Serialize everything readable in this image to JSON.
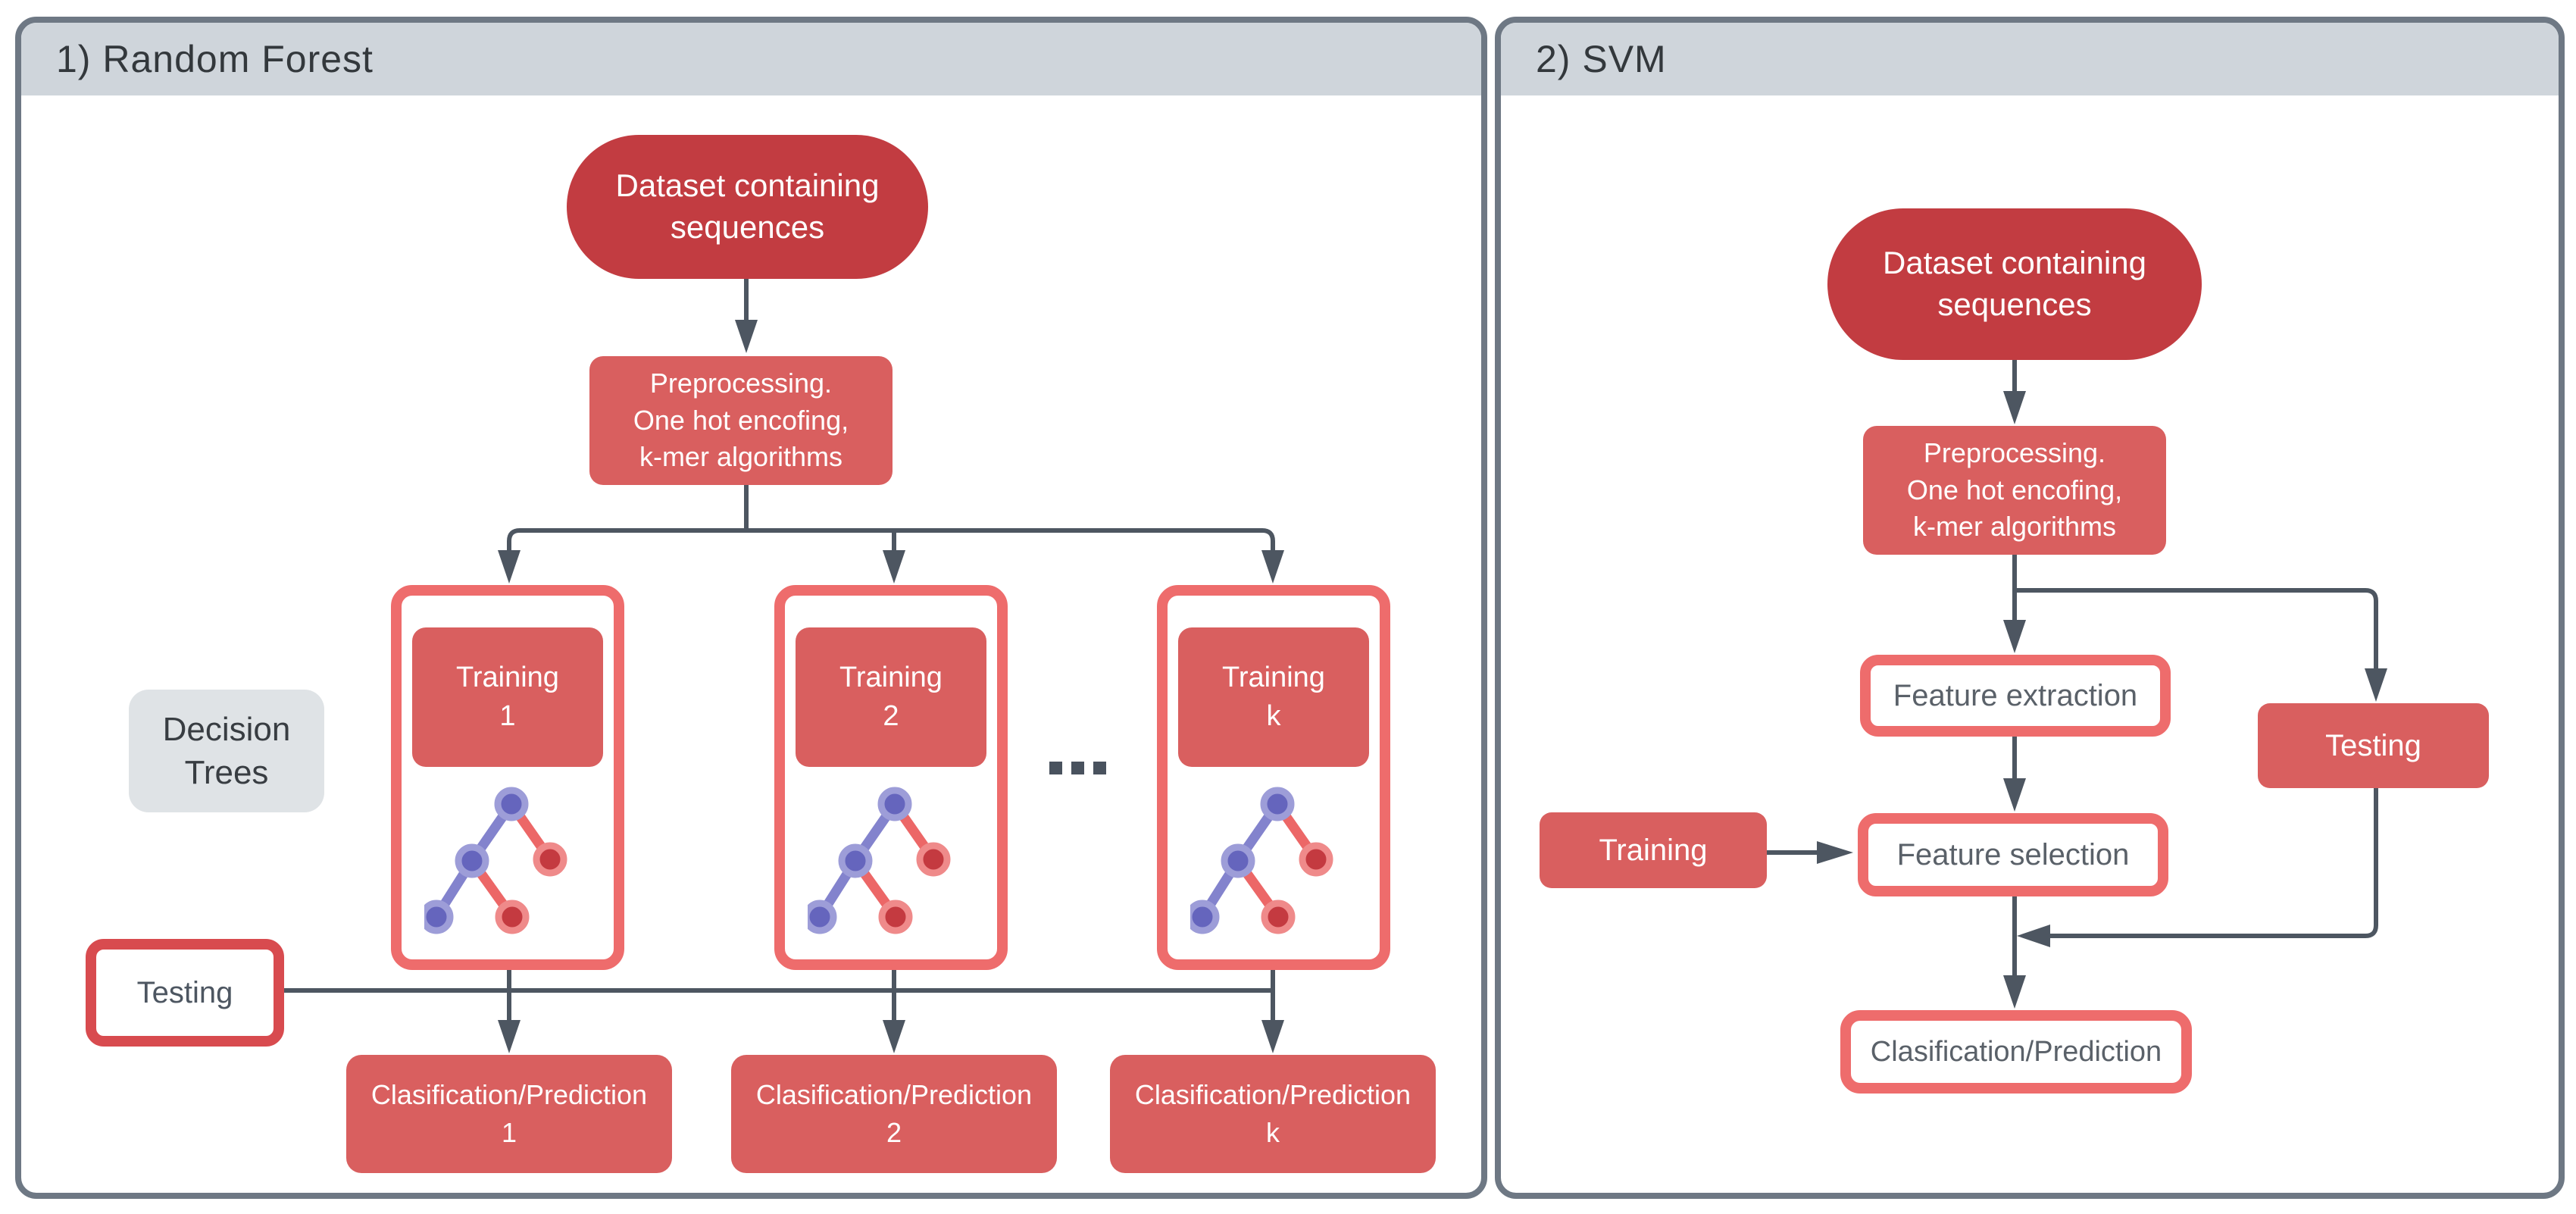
{
  "colors": {
    "panel_border": "#6e7884",
    "header_bg": "#cfd5db",
    "header_text": "#33383c",
    "dark_red": "#c23c41",
    "mid_red": "#d95f5f",
    "pink_border": "#ee6c6c",
    "testing_border": "#d84b4f",
    "line": "#4d5661",
    "label_bg": "#dfe3e6",
    "label_text": "#383d42",
    "white_box_text": "#5a6169",
    "dots": "#49525e",
    "purple_node": "#6565bd",
    "purple_ring": "#9d9dd8",
    "purple_edge": "#8383cd",
    "red_node": "#c43a40",
    "red_ring": "#ef8a8a",
    "red_edge": "#ec6767"
  },
  "rf": {
    "title": "1) Random Forest",
    "dataset": "Dataset containing\nsequences",
    "preprocess": "Preprocessing.\nOne hot encofing,\nk-mer algorithms",
    "decision_label": "Decision\nTrees",
    "testing": "Testing",
    "training_1": "Training\n1",
    "training_2": "Training\n2",
    "training_k": "Training\nk",
    "ellipsis": "...",
    "class_1": "Clasification/Prediction\n1",
    "class_2": "Clasification/Prediction\n2",
    "class_k": "Clasification/Prediction\nk"
  },
  "svm": {
    "title": "2) SVM",
    "dataset": "Dataset containing\nsequences",
    "preprocess": "Preprocessing.\nOne hot encofing,\nk-mer algorithms",
    "feature_extraction": "Feature extraction",
    "testing": "Testing",
    "training": "Training",
    "feature_selection": "Feature selection",
    "classification": "Clasification/Prediction"
  }
}
